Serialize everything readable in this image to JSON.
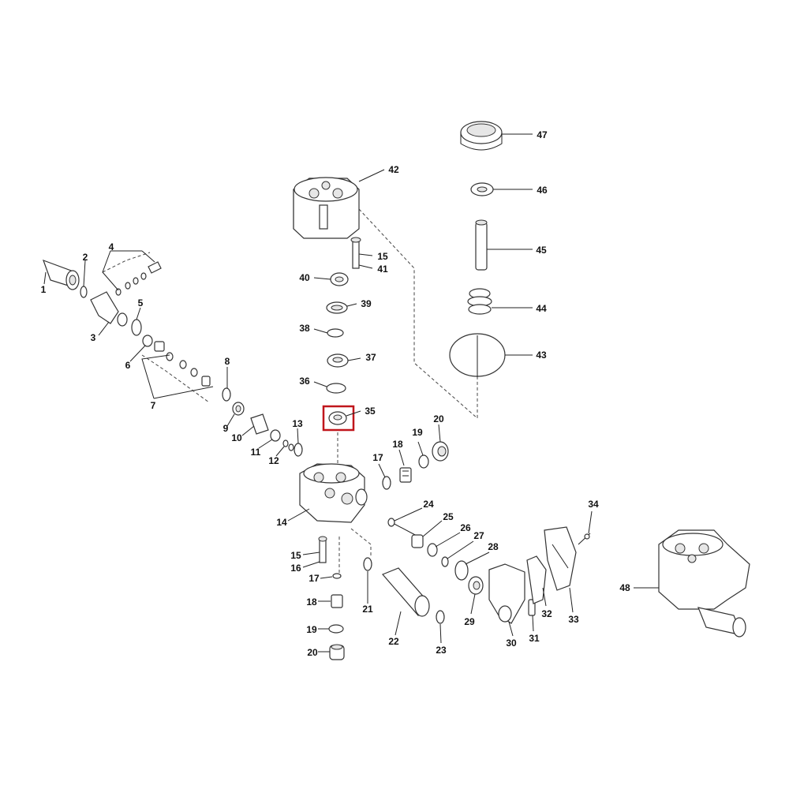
{
  "diagram": {
    "highlighted_part": "35",
    "highlight_color": "#c0161c",
    "callout_labels": [
      "1",
      "2",
      "3",
      "4",
      "5",
      "6",
      "7",
      "8",
      "9",
      "10",
      "11",
      "12",
      "13",
      "14",
      "15",
      "16",
      "17",
      "18",
      "19",
      "20",
      "21",
      "22",
      "23",
      "24",
      "25",
      "26",
      "27",
      "28",
      "29",
      "30",
      "31",
      "32",
      "33",
      "34",
      "35",
      "36",
      "37",
      "38",
      "39",
      "40",
      "41",
      "42",
      "43",
      "44",
      "45",
      "46",
      "47",
      "48",
      "15",
      "17",
      "18",
      "19",
      "20"
    ]
  }
}
